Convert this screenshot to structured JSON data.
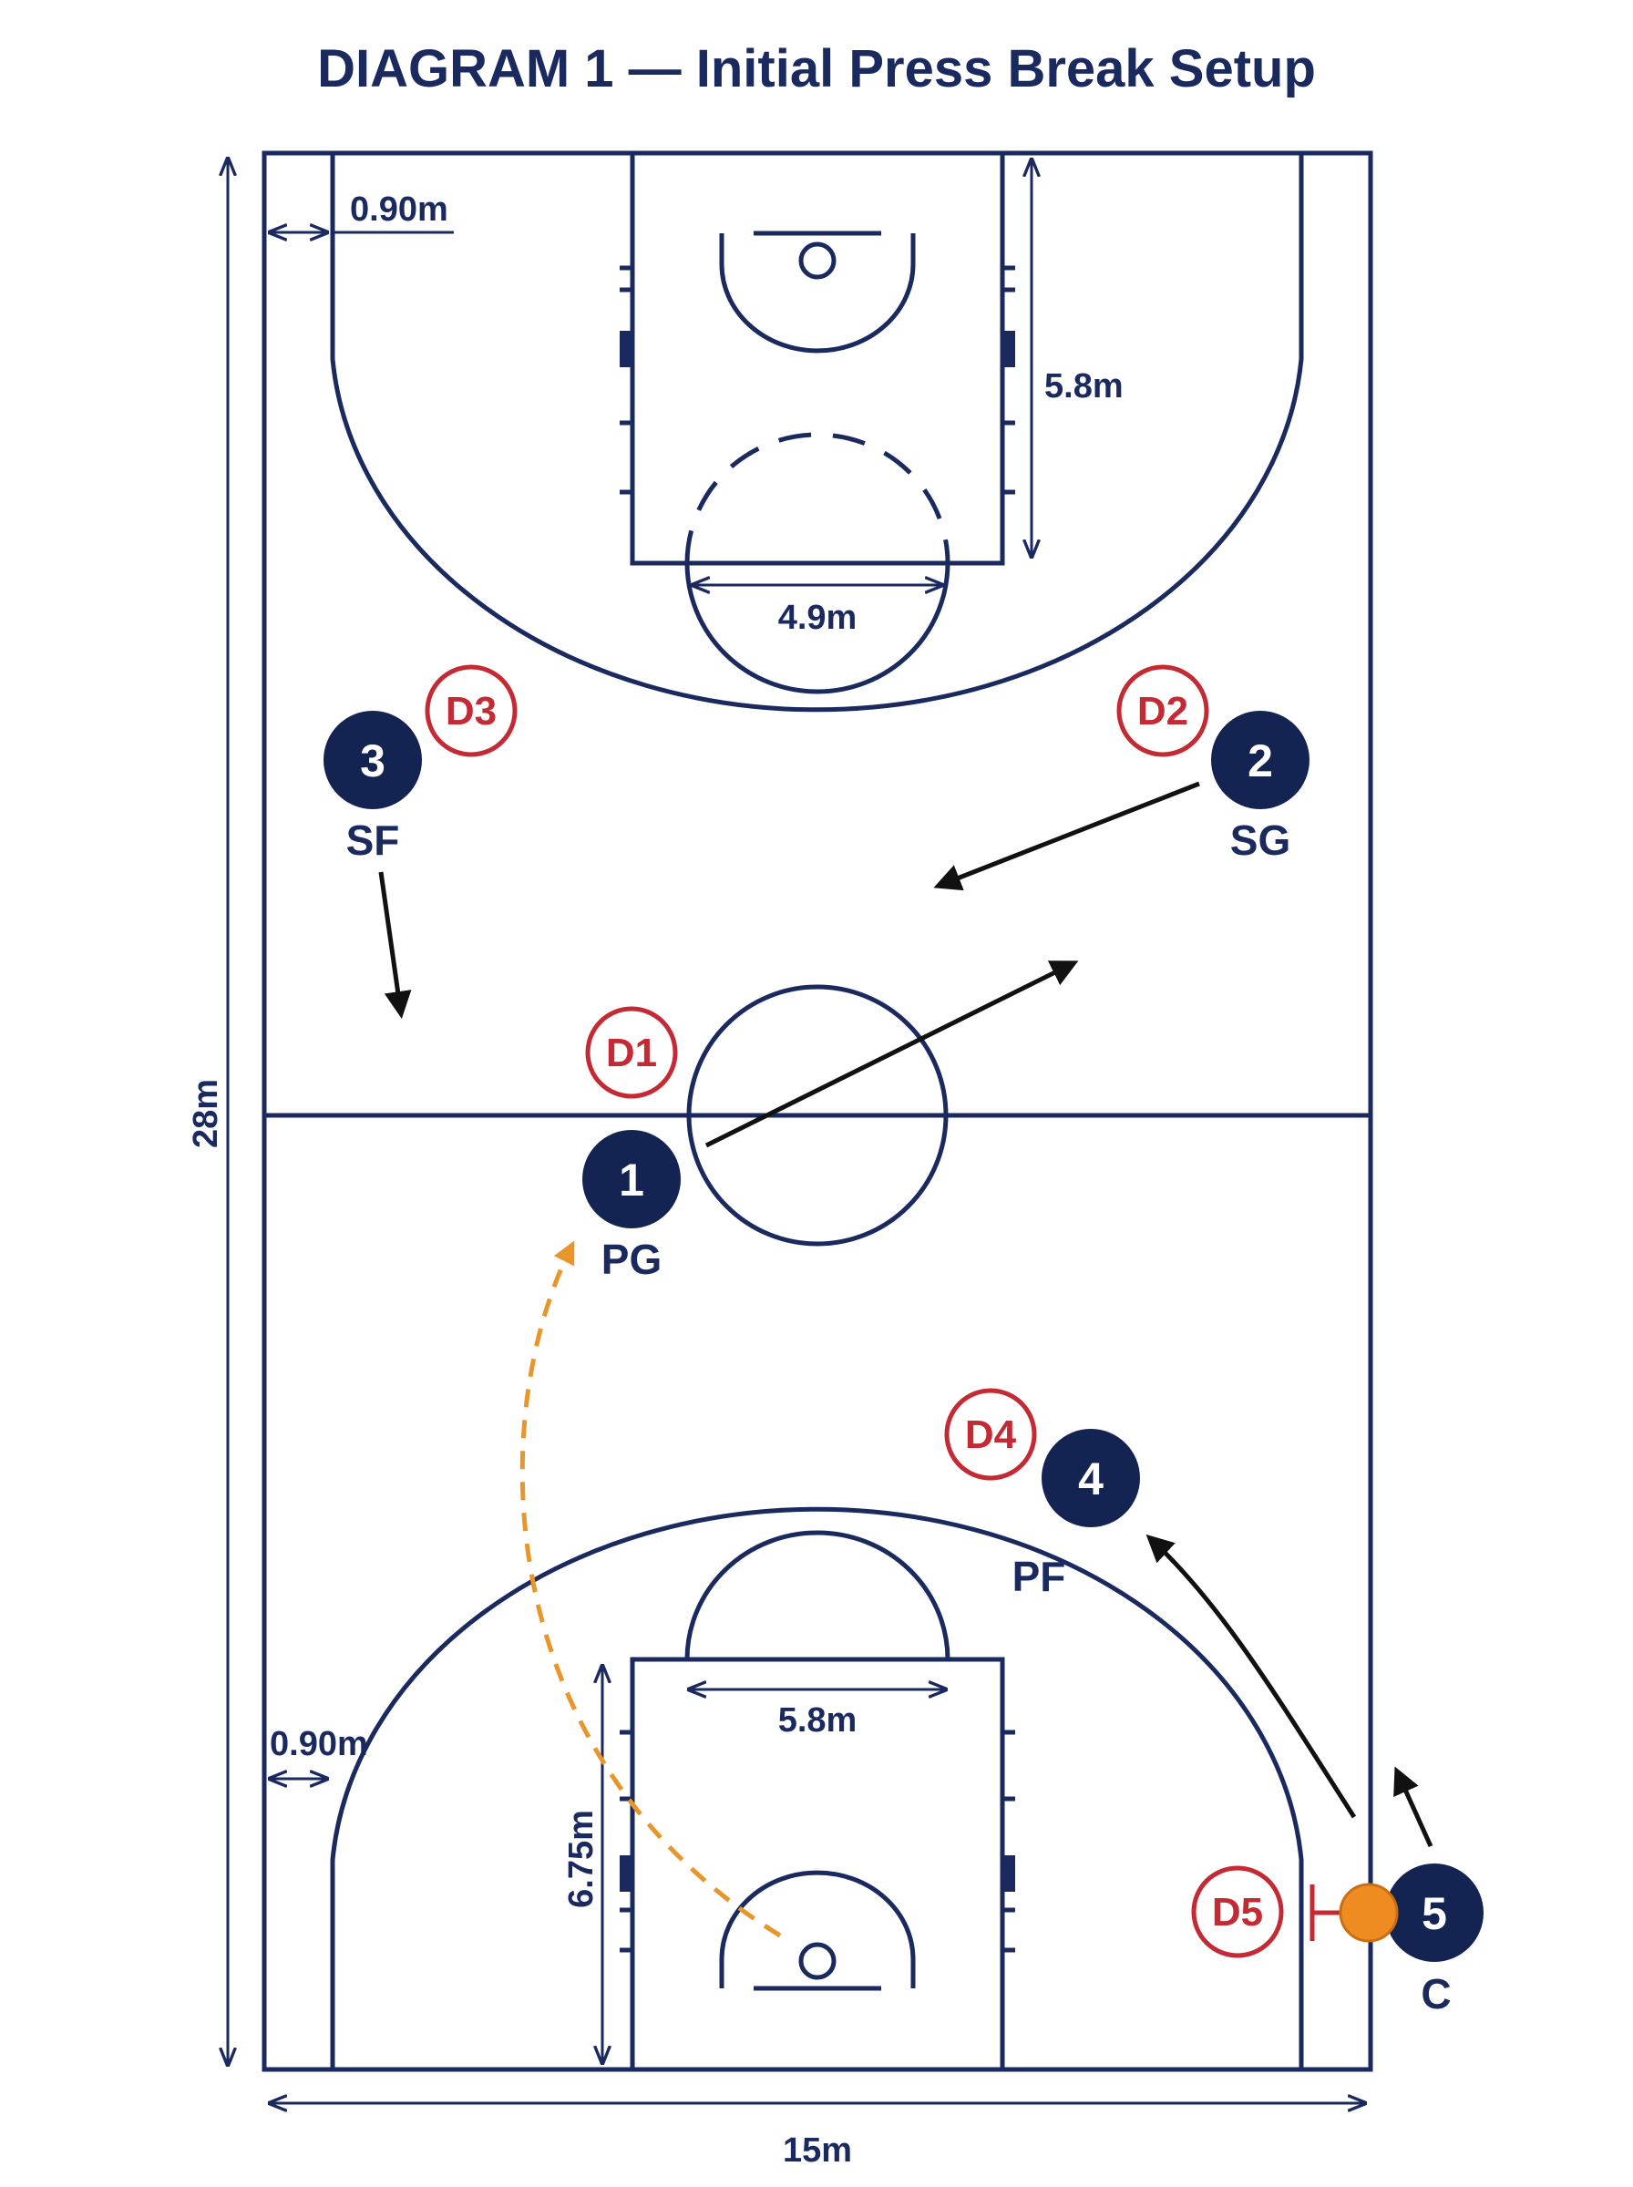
{
  "title": "DIAGRAM 1 — Initial Press Break Setup",
  "dimensions": {
    "court_length": "28m",
    "court_width": "15m",
    "top_corner_gap": "0.90m",
    "bottom_corner_gap": "0.90m",
    "top_lane_length": "5.8m",
    "top_circle_width": "4.9m",
    "bottom_lane_width": "5.8m",
    "bottom_lane_length": "6.75m"
  },
  "offense": [
    {
      "number": "1",
      "position": "PG"
    },
    {
      "number": "2",
      "position": "SG"
    },
    {
      "number": "3",
      "position": "SF"
    },
    {
      "number": "4",
      "position": "PF"
    },
    {
      "number": "5",
      "position": "C"
    }
  ],
  "defense": [
    {
      "label": "D1"
    },
    {
      "label": "D2"
    },
    {
      "label": "D3"
    },
    {
      "label": "D4"
    },
    {
      "label": "D5"
    }
  ],
  "colors": {
    "court_lines": "#1b2a5e",
    "offense_fill": "#132453",
    "defense": "#c42a34",
    "pass": "#e8952a",
    "ball": "#ee8c22",
    "movement": "#111111"
  }
}
